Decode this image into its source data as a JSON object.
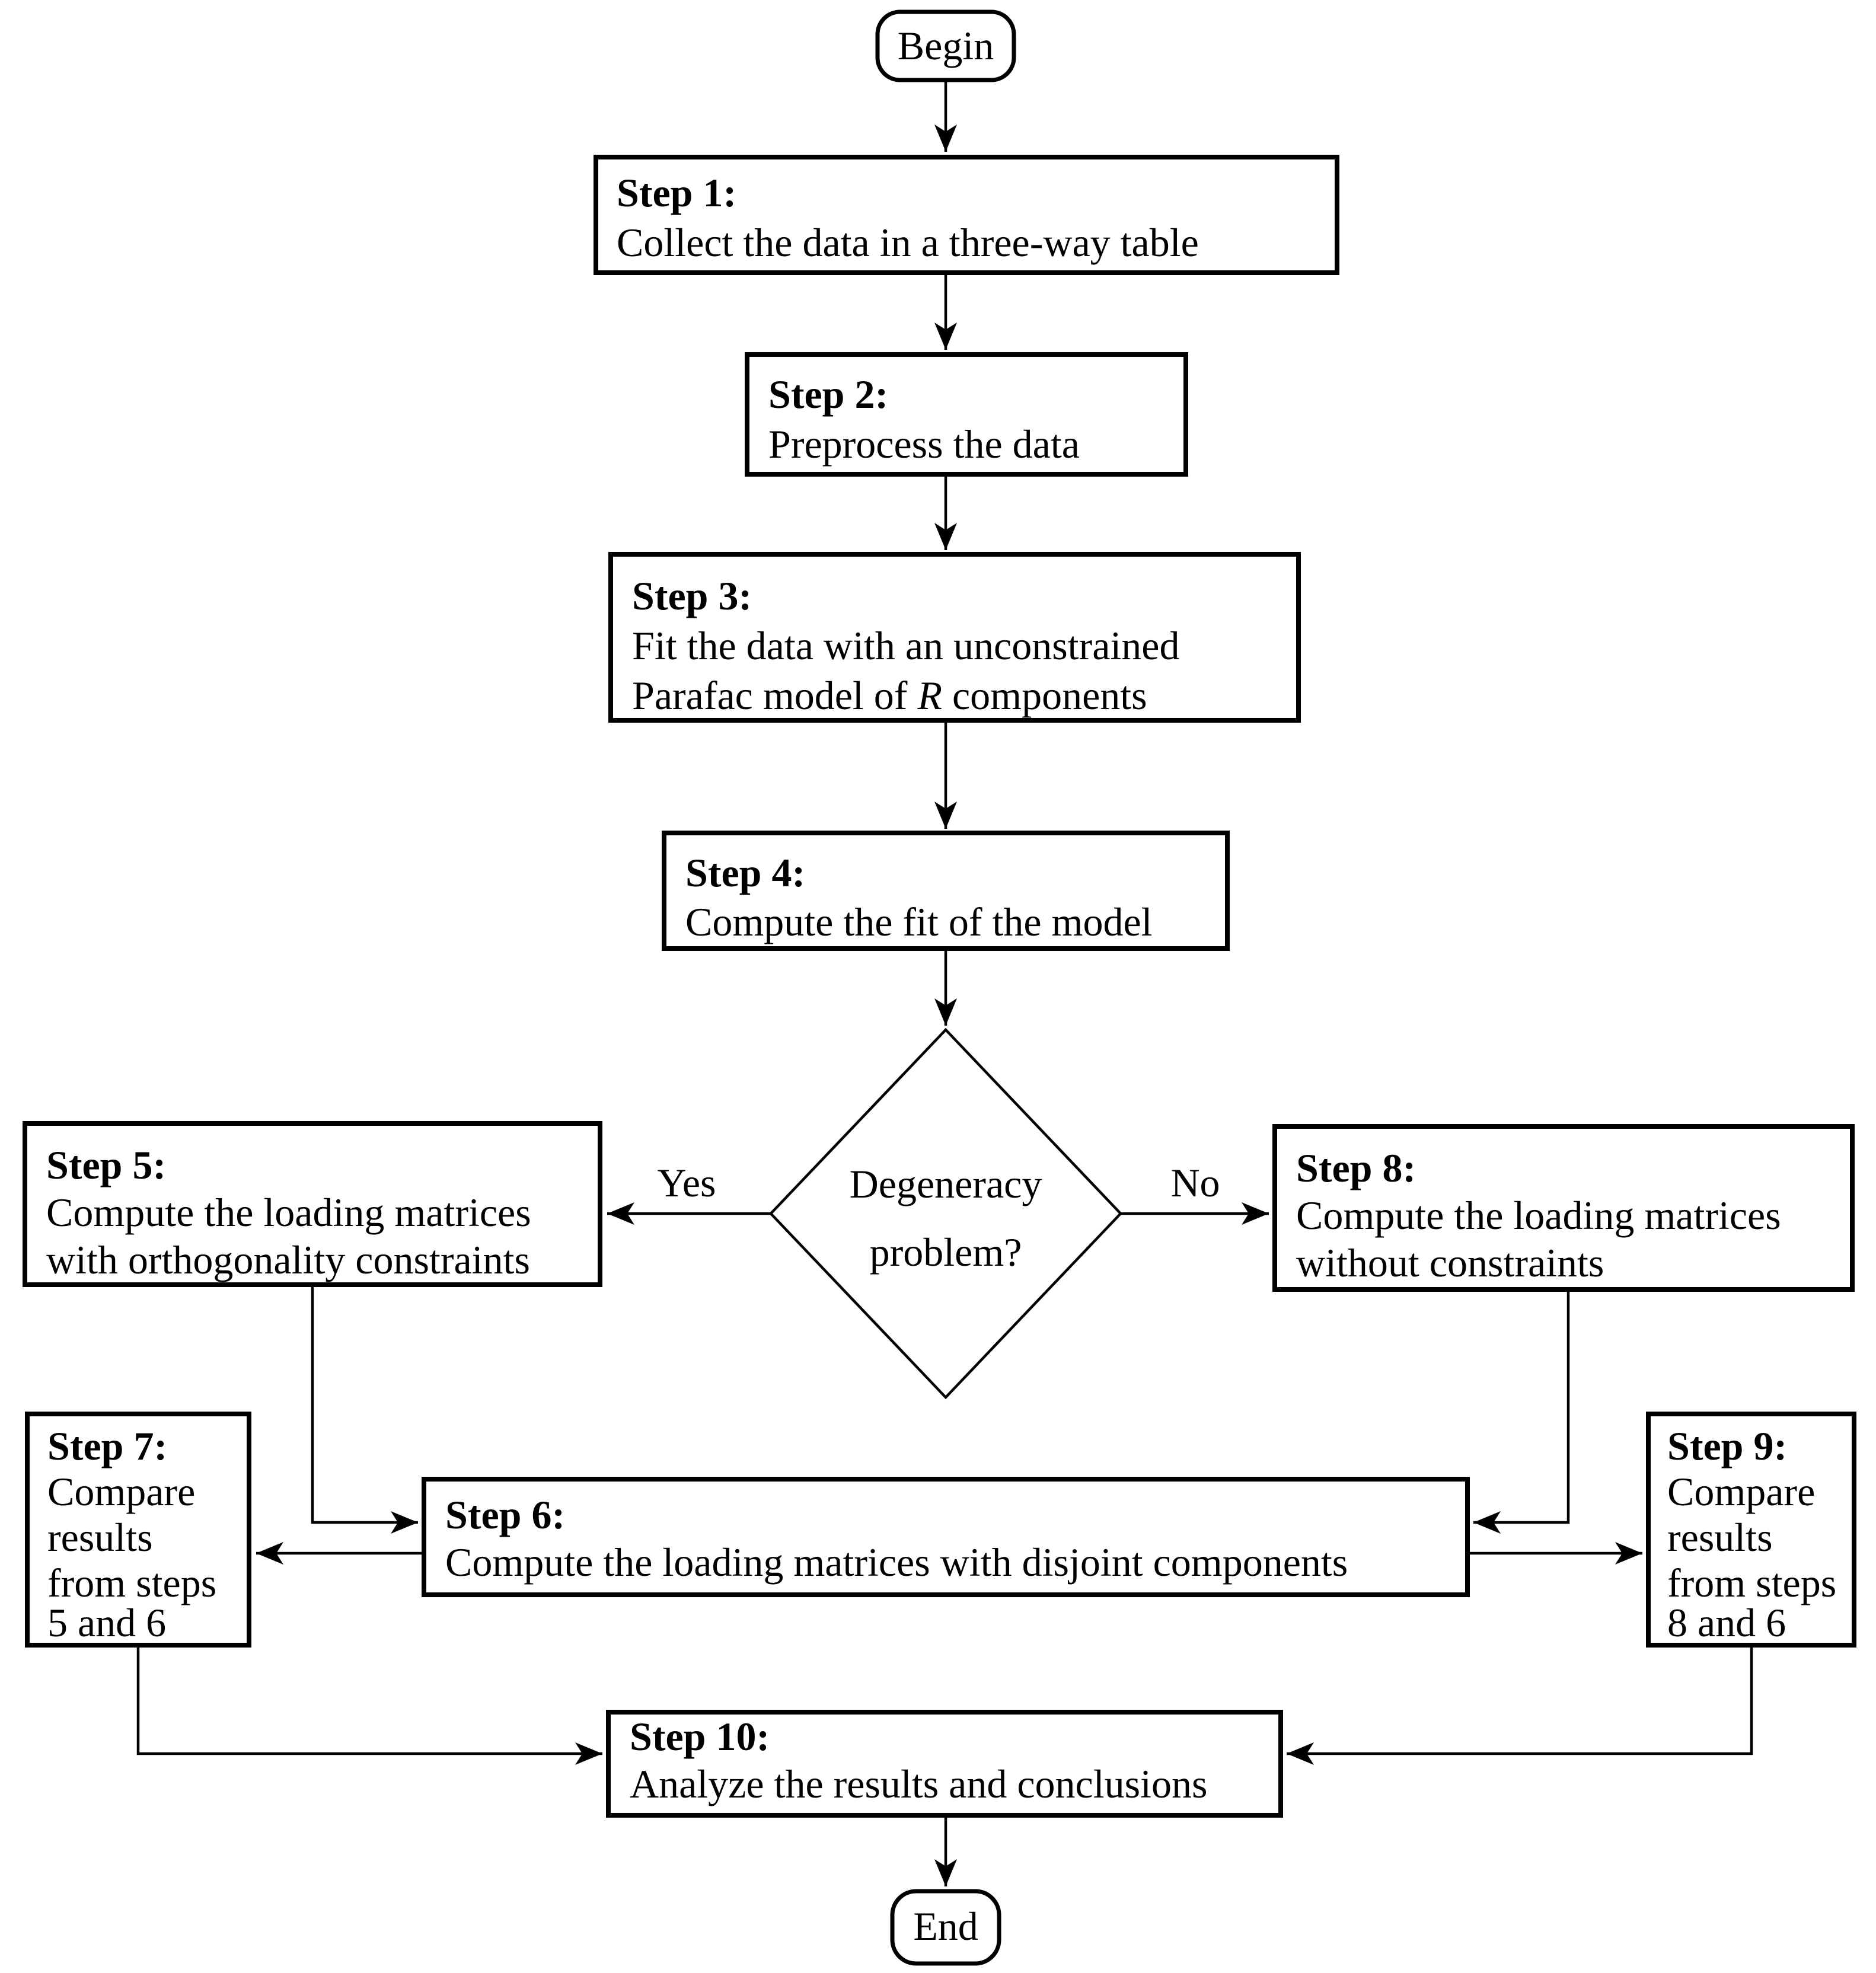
{
  "diagram": {
    "background_color": "#ffffff",
    "line_color": "#000000",
    "begin": {
      "label": "Begin"
    },
    "end": {
      "label": "End"
    },
    "decision": {
      "line1": "Degeneracy",
      "line2": "problem?"
    },
    "edges": {
      "yes_label": "Yes",
      "no_label": "No"
    },
    "steps": {
      "step1": {
        "title": "Step 1:",
        "line1": "Collect the data in a three-way table"
      },
      "step2": {
        "title": "Step 2:",
        "line1": "Preprocess the data"
      },
      "step3": {
        "title": "Step 3:",
        "line1": "Fit the data with an unconstrained",
        "line2_pre": "Parafac model of ",
        "line2_var": "R",
        "line2_post": " components"
      },
      "step4": {
        "title": "Step 4:",
        "line1": "Compute the fit of the model"
      },
      "step5": {
        "title": "Step 5:",
        "line1": "Compute the loading matrices",
        "line2": "with orthogonality constraints"
      },
      "step6": {
        "title": "Step 6:",
        "line1": "Compute the loading matrices with disjoint components"
      },
      "step7": {
        "title": "Step 7:",
        "line1": "Compare",
        "line2": "results",
        "line3": "from steps",
        "line4": "5 and 6"
      },
      "step8": {
        "title": "Step 8:",
        "line1": "Compute the loading matrices",
        "line2": "without constraints"
      },
      "step9": {
        "title": "Step 9:",
        "line1": "Compare",
        "line2": "results",
        "line3": "from steps",
        "line4": "8 and 6"
      },
      "step10": {
        "title": "Step 10:",
        "line1": "Analyze the results and conclusions"
      }
    }
  }
}
